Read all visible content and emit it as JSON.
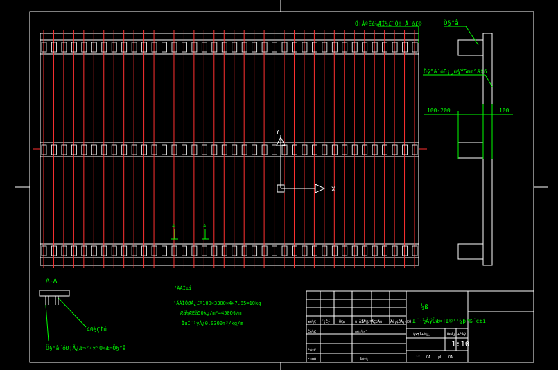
{
  "colors": {
    "background": "#000000",
    "frame": "#ffffff",
    "grating_bar": "#ff3030",
    "annotation": "#00ff00",
    "dimension_line": "#00ff00",
    "axis_icon": "#ffffff"
  },
  "drawing": {
    "label_top": "Ö÷ÁºÉè¼ÆÍ¼£¨Ó¦·Å´ó£©",
    "label_side_title": "Ö§°å",
    "label_side_note": "Ö§°å´óÐ¡¸ù¾Ý5mm°åºñ",
    "dim_left": "100-200",
    "dim_right": "100",
    "section_mark": "A",
    "section_title": "A-A",
    "section_note_right": "40½ÇÌú",
    "section_note_bottom": "Ö§°å´óÐ¡Ã¿Æ¬°²×°Ò»Æ¬Ö§°å",
    "notes_title": "²ÄÁÏ±í",
    "notes_line1": "²ÄÁÏÖØÁ¿£º100×3300×4×7.85=10kg",
    "notes_line2": "Æä¼ÆËã50kg/m²=450Ö§/m",
    "notes_line3": "ÌúÍ¨¹ýÁ¿0.0300m³/kg/m",
    "axis_x": "X",
    "axis_y": "Y"
  },
  "title_block": {
    "main_title_1": "½ß",
    "main_title_2": "£¨·½ÀýÖÆ×÷£©¹¹¼þ³ß´ç±í",
    "scale": "1:10",
    "headers": [
      "±ê¼Ç",
      "´¦Êý",
      "·ÖÇø",
      "¸ü¸ÄÎÄ¼þºÅ",
      "Ç©Ãû",
      "Äê¡¢ÔÂ¡¢ÈÕ"
    ],
    "row_design": "Éè¼Æ",
    "row_standard": "±ê×¼»¯",
    "row_check": "ÉóºË",
    "row_craft": "¹¤ÒÕ",
    "row_approve": "Åú×¼",
    "stage_label": "½×¶Î±ê¼Ç",
    "weight_label": "ÖØÁ¿",
    "scale_label": "±ÈÀý",
    "sheet_total": "¹²",
    "sheet_label": "ÕÅ",
    "sheet_no": "µÚ",
    "sheet_of": "ÕÅ"
  }
}
